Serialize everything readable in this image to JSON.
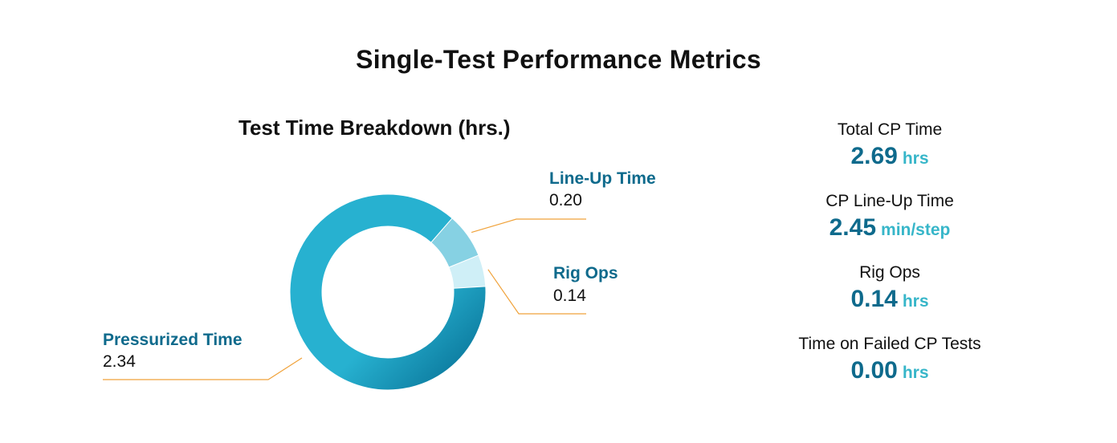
{
  "page": {
    "title": "Single-Test Performance Metrics"
  },
  "chart_data": {
    "type": "pie",
    "title": "Test Time Breakdown (hrs.)",
    "donut": true,
    "categories": [
      "Pressurized Time",
      "Line-Up Time",
      "Rig Ops"
    ],
    "values": [
      2.34,
      0.2,
      0.14
    ],
    "value_labels": [
      "2.34",
      "0.20",
      "0.14"
    ],
    "colors": [
      "#27b1d0",
      "#86d1e3",
      "#cfeff7"
    ],
    "gradient_end_color": "#03678d",
    "callout_line_color": "#f0a23a"
  },
  "metrics": [
    {
      "label": "Total CP Time",
      "value": "2.69",
      "unit": "hrs"
    },
    {
      "label": "CP Line-Up Time",
      "value": "2.45",
      "unit": "min/step"
    },
    {
      "label": "Rig Ops",
      "value": "0.14",
      "unit": "hrs"
    },
    {
      "label": "Time on Failed CP Tests",
      "value": "0.00",
      "unit": "hrs"
    }
  ]
}
